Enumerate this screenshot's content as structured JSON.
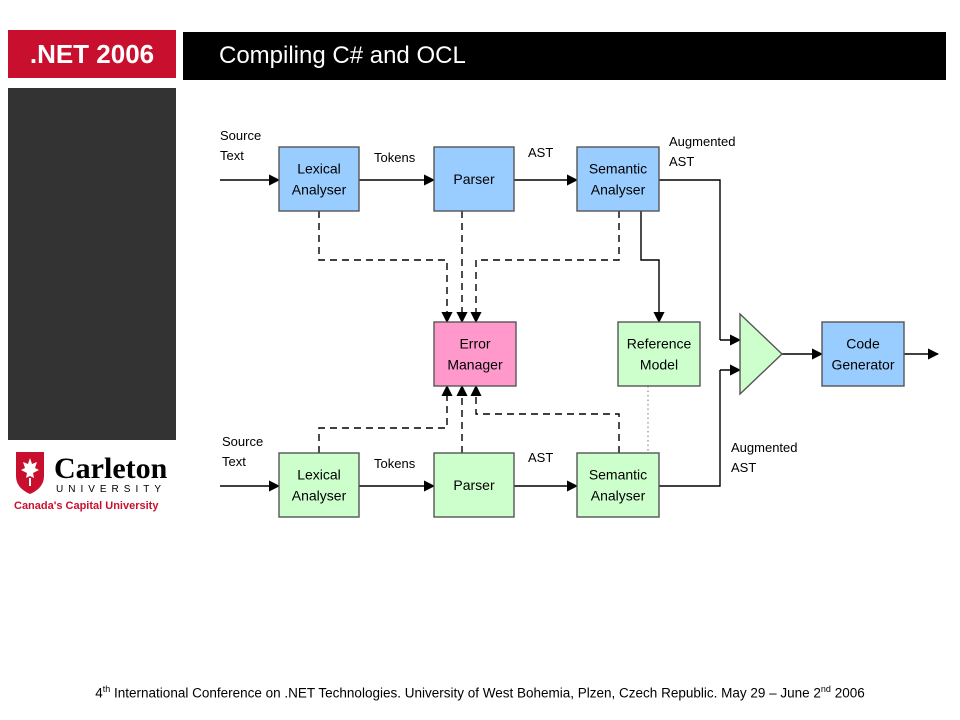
{
  "header": {
    "badge": ".NET 2006",
    "title": "Compiling C# and OCL"
  },
  "logo": {
    "name": "Carleton",
    "sub": "UNIVERSITY",
    "tagline": "Canada's Capital University"
  },
  "diagram": {
    "labels": {
      "source_top": [
        "Source",
        "Text"
      ],
      "source_bottom": [
        "Source",
        "Text"
      ],
      "tokens_top": "Tokens",
      "tokens_bottom": "Tokens",
      "ast_top": "AST",
      "ast_bottom": "AST",
      "aug_top": [
        "Augmented",
        "AST"
      ],
      "aug_bottom": [
        "Augmented",
        "AST"
      ]
    },
    "boxes": {
      "lex_top": [
        "Lexical",
        "Analyser"
      ],
      "parser_top": [
        "Parser"
      ],
      "sem_top": [
        "Semantic",
        "Analyser"
      ],
      "error": [
        "Error",
        "Manager"
      ],
      "ref": [
        "Reference",
        "Model"
      ],
      "code": [
        "Code",
        "Generator"
      ],
      "lex_bot": [
        "Lexical",
        "Analyser"
      ],
      "parser_bot": [
        "Parser"
      ],
      "sem_bot": [
        "Semantic",
        "Analyser"
      ]
    },
    "colors": {
      "blue": "#99ccff",
      "green": "#ccffcc",
      "pink": "#ff99cc",
      "border": "#555555"
    }
  },
  "footer": {
    "pre": "4",
    "sup1": "th",
    "mid": " International Conference on .NET Technologies.  University of West Bohemia, Plzen, Czech Republic.  May 29 – June 2",
    "sup2": "nd",
    "post": " 2006"
  }
}
